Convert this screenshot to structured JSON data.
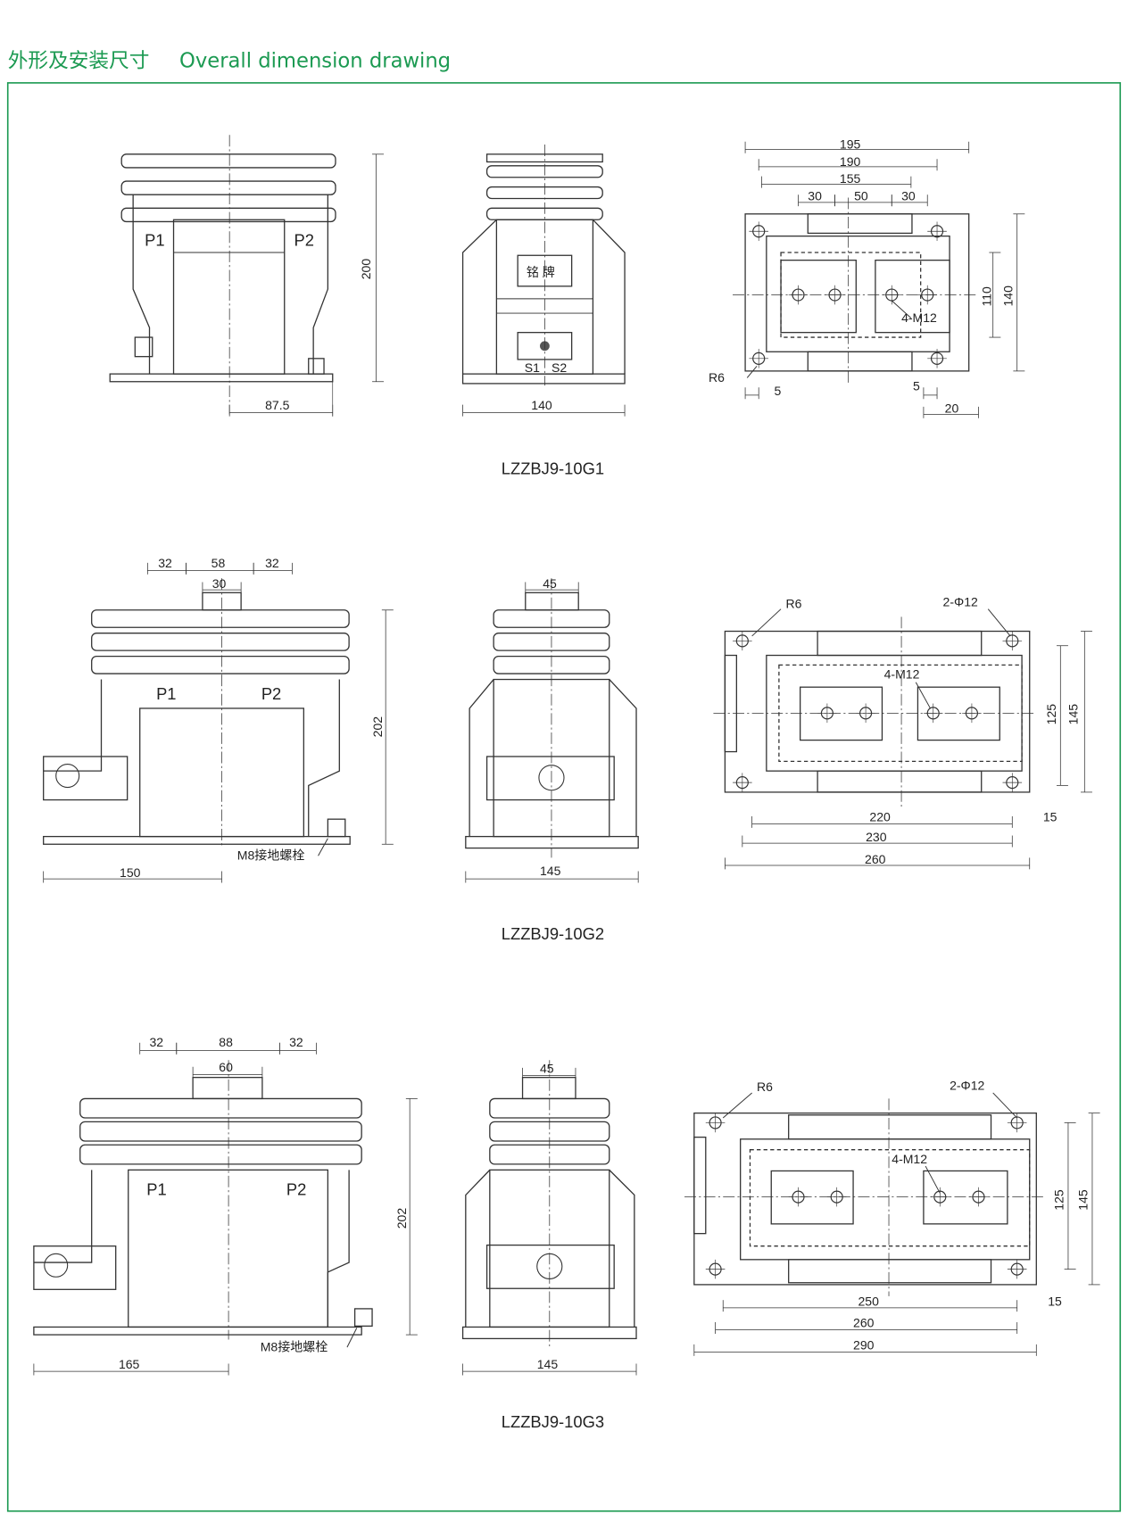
{
  "header": {
    "title_cn": "外形及安装尺寸",
    "title_en": "Overall dimension drawing"
  },
  "colors": {
    "accent": "#1c9a52",
    "line": "#333333"
  },
  "models": [
    {
      "caption": "LZZBJ9-10G1",
      "front": {
        "p1": "P1",
        "p2": "P2",
        "height": "200",
        "half_width": "87.5"
      },
      "side": {
        "nameplate": "铭  牌",
        "s1": "S1",
        "s2": "S2",
        "width": "140"
      },
      "plan": {
        "d195": "195",
        "d190": "190",
        "d155": "155",
        "d30a": "30",
        "d50": "50",
        "d30b": "30",
        "d110": "110",
        "d140": "140",
        "bolt": "4-M12",
        "radius": "R6",
        "d5a": "5",
        "d5b": "5",
        "d20": "20"
      }
    },
    {
      "caption": "LZZBJ9-10G2",
      "front": {
        "d32a": "32",
        "d58": "58",
        "d32b": "32",
        "d30": "30",
        "p1": "P1",
        "p2": "P2",
        "height": "202",
        "ground_bolt": "M8接地螺栓",
        "half_width": "150"
      },
      "side": {
        "top": "45",
        "width": "145"
      },
      "plan": {
        "radius": "R6",
        "holes": "2-Φ12",
        "bolt": "4-M12",
        "d125": "125",
        "d145": "145",
        "d220": "220",
        "d15": "15",
        "d230": "230",
        "d260": "260"
      }
    },
    {
      "caption": "LZZBJ9-10G3",
      "front": {
        "d32a": "32",
        "d88": "88",
        "d32b": "32",
        "d60": "60",
        "p1": "P1",
        "p2": "P2",
        "height": "202",
        "ground_bolt": "M8接地螺栓",
        "half_width": "165"
      },
      "side": {
        "top": "45",
        "width": "145"
      },
      "plan": {
        "radius": "R6",
        "holes": "2-Φ12",
        "bolt": "4-M12",
        "d125": "125",
        "d145": "145",
        "d250": "250",
        "d15": "15",
        "d260": "260",
        "d290": "290"
      }
    }
  ]
}
